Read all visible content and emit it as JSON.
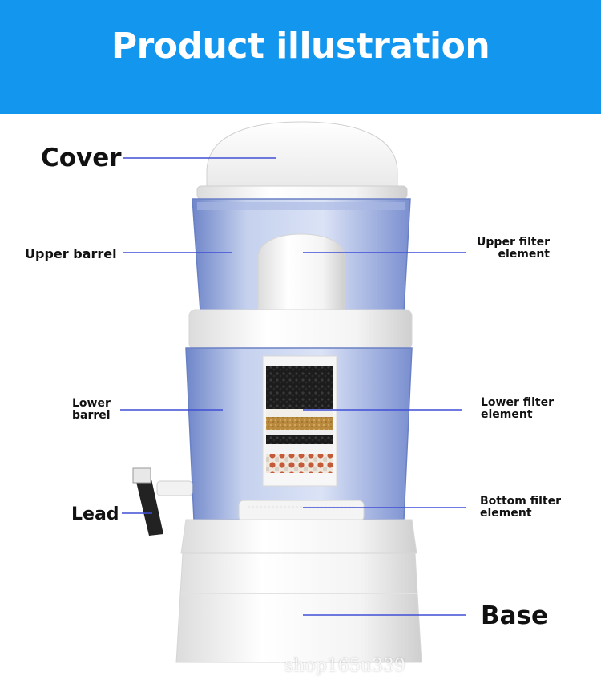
{
  "header": {
    "title": "Product illustration",
    "background_color": "#1296ee"
  },
  "labels": {
    "cover": "Cover",
    "upper_barrel": "Upper barrel",
    "upper_filter_line1": "Upper filter",
    "upper_filter_line2": "element",
    "lower_barrel_line1": "Lower",
    "lower_barrel_line2": "barrel",
    "lower_filter_line1": "Lower filter",
    "lower_filter_line2": "element",
    "lead": "Lead",
    "bottom_filter_line1": "Bottom filter",
    "bottom_filter_line2": "element",
    "base": "Base"
  },
  "leader_line_color": "#3f4fd6",
  "watermark": "shop165u339"
}
